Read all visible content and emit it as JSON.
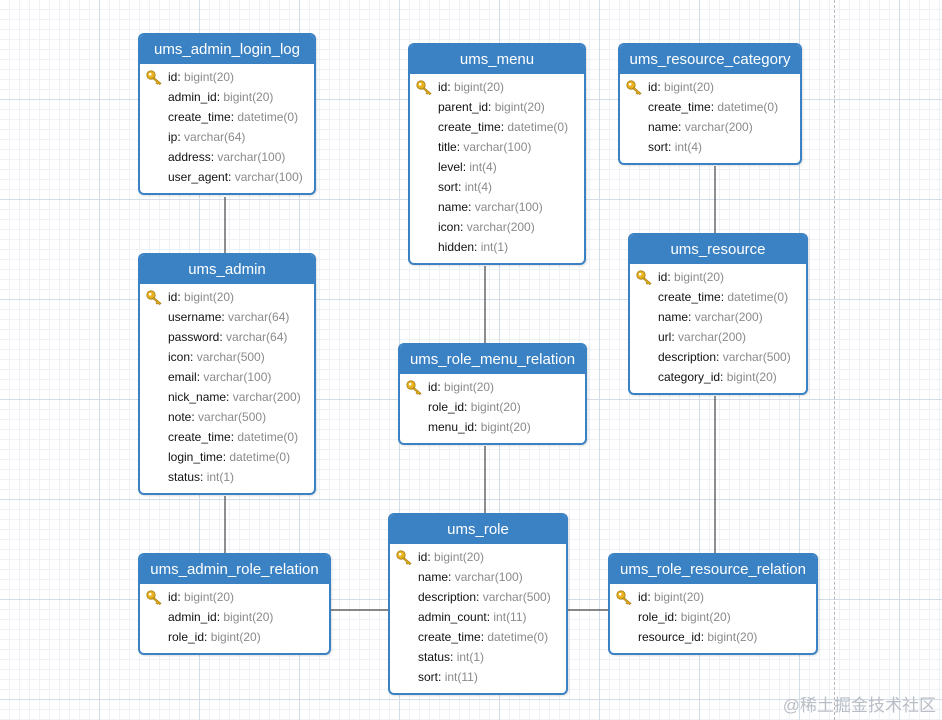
{
  "tables": [
    {
      "id": "ums_admin_login_log",
      "name": "ums_admin_login_log",
      "fields": [
        {
          "name": "id",
          "type": "bigint(20)",
          "key": true
        },
        {
          "name": "admin_id",
          "type": "bigint(20)"
        },
        {
          "name": "create_time",
          "type": "datetime(0)"
        },
        {
          "name": "ip",
          "type": "varchar(64)"
        },
        {
          "name": "address",
          "type": "varchar(100)"
        },
        {
          "name": "user_agent",
          "type": "varchar(100)"
        }
      ]
    },
    {
      "id": "ums_menu",
      "name": "ums_menu",
      "fields": [
        {
          "name": "id",
          "type": "bigint(20)",
          "key": true
        },
        {
          "name": "parent_id",
          "type": "bigint(20)"
        },
        {
          "name": "create_time",
          "type": "datetime(0)"
        },
        {
          "name": "title",
          "type": "varchar(100)"
        },
        {
          "name": "level",
          "type": "int(4)"
        },
        {
          "name": "sort",
          "type": "int(4)"
        },
        {
          "name": "name",
          "type": "varchar(100)"
        },
        {
          "name": "icon",
          "type": "varchar(200)"
        },
        {
          "name": "hidden",
          "type": "int(1)"
        }
      ]
    },
    {
      "id": "ums_resource_category",
      "name": "ums_resource_category",
      "fields": [
        {
          "name": "id",
          "type": "bigint(20)",
          "key": true
        },
        {
          "name": "create_time",
          "type": "datetime(0)"
        },
        {
          "name": "name",
          "type": "varchar(200)"
        },
        {
          "name": "sort",
          "type": "int(4)"
        }
      ]
    },
    {
      "id": "ums_admin",
      "name": "ums_admin",
      "fields": [
        {
          "name": "id",
          "type": "bigint(20)",
          "key": true
        },
        {
          "name": "username",
          "type": "varchar(64)"
        },
        {
          "name": "password",
          "type": "varchar(64)"
        },
        {
          "name": "icon",
          "type": "varchar(500)"
        },
        {
          "name": "email",
          "type": "varchar(100)"
        },
        {
          "name": "nick_name",
          "type": "varchar(200)"
        },
        {
          "name": "note",
          "type": "varchar(500)"
        },
        {
          "name": "create_time",
          "type": "datetime(0)"
        },
        {
          "name": "login_time",
          "type": "datetime(0)"
        },
        {
          "name": "status",
          "type": "int(1)"
        }
      ]
    },
    {
      "id": "ums_resource",
      "name": "ums_resource",
      "fields": [
        {
          "name": "id",
          "type": "bigint(20)",
          "key": true
        },
        {
          "name": "create_time",
          "type": "datetime(0)"
        },
        {
          "name": "name",
          "type": "varchar(200)"
        },
        {
          "name": "url",
          "type": "varchar(200)"
        },
        {
          "name": "description",
          "type": "varchar(500)"
        },
        {
          "name": "category_id",
          "type": "bigint(20)"
        }
      ]
    },
    {
      "id": "ums_role_menu_relation",
      "name": "ums_role_menu_relation",
      "fields": [
        {
          "name": "id",
          "type": "bigint(20)",
          "key": true
        },
        {
          "name": "role_id",
          "type": "bigint(20)"
        },
        {
          "name": "menu_id",
          "type": "bigint(20)"
        }
      ]
    },
    {
      "id": "ums_role",
      "name": "ums_role",
      "fields": [
        {
          "name": "id",
          "type": "bigint(20)",
          "key": true
        },
        {
          "name": "name",
          "type": "varchar(100)"
        },
        {
          "name": "description",
          "type": "varchar(500)"
        },
        {
          "name": "admin_count",
          "type": "int(11)"
        },
        {
          "name": "create_time",
          "type": "datetime(0)"
        },
        {
          "name": "status",
          "type": "int(1)"
        },
        {
          "name": "sort",
          "type": "int(11)"
        }
      ]
    },
    {
      "id": "ums_admin_role_relation",
      "name": "ums_admin_role_relation",
      "fields": [
        {
          "name": "id",
          "type": "bigint(20)",
          "key": true
        },
        {
          "name": "admin_id",
          "type": "bigint(20)"
        },
        {
          "name": "role_id",
          "type": "bigint(20)"
        }
      ]
    },
    {
      "id": "ums_role_resource_relation",
      "name": "ums_role_resource_relation",
      "fields": [
        {
          "name": "id",
          "type": "bigint(20)",
          "key": true
        },
        {
          "name": "role_id",
          "type": "bigint(20)"
        },
        {
          "name": "resource_id",
          "type": "bigint(20)"
        }
      ]
    }
  ],
  "relations": [
    {
      "from": "ums_admin_login_log",
      "to": "ums_admin"
    },
    {
      "from": "ums_admin",
      "to": "ums_admin_role_relation"
    },
    {
      "from": "ums_admin_role_relation",
      "to": "ums_role"
    },
    {
      "from": "ums_menu",
      "to": "ums_role_menu_relation"
    },
    {
      "from": "ums_role_menu_relation",
      "to": "ums_role"
    },
    {
      "from": "ums_resource_category",
      "to": "ums_resource"
    },
    {
      "from": "ums_resource",
      "to": "ums_role_resource_relation"
    },
    {
      "from": "ums_role",
      "to": "ums_role_resource_relation"
    }
  ],
  "colors": {
    "header": "#3b82c4",
    "field_type": "#8a8a8a",
    "key_icon": "#e8b321",
    "line": "#444444"
  },
  "watermark": "@稀土掘金技术社区"
}
